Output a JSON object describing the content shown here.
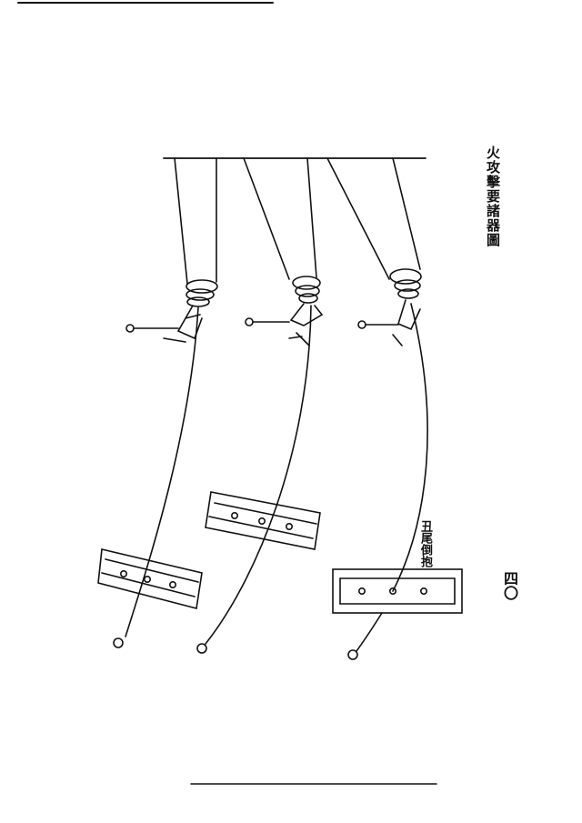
{
  "plate": {
    "caption": "火攻擊要諸器圖",
    "page_number": "四〇",
    "figure_label": "丑尾倒抱"
  }
}
